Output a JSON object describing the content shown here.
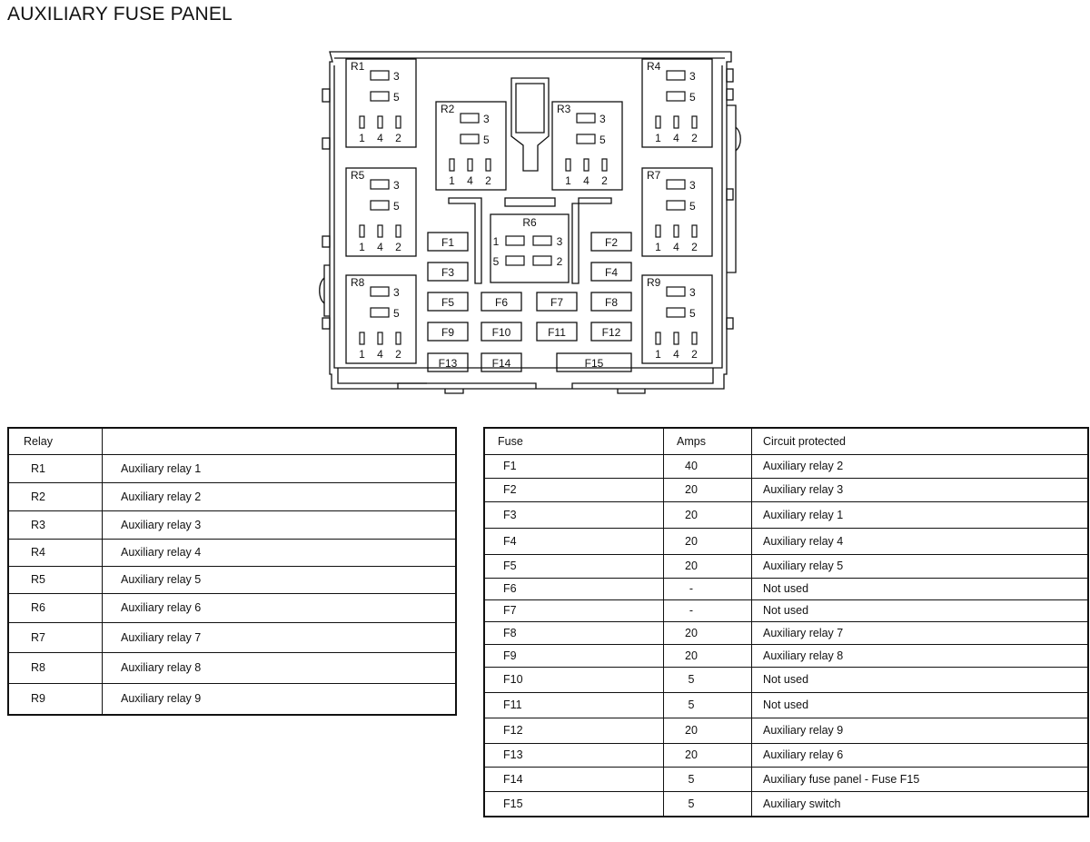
{
  "title": "AUXILIARY FUSE PANEL",
  "diagram": {
    "relays": [
      {
        "id": "R1",
        "pins_top": [
          "3",
          "5"
        ],
        "pins_bottom": [
          "1",
          "4",
          "2"
        ]
      },
      {
        "id": "R2",
        "pins_top": [
          "3",
          "5"
        ],
        "pins_bottom": [
          "1",
          "4",
          "2"
        ]
      },
      {
        "id": "R3",
        "pins_top": [
          "3",
          "5"
        ],
        "pins_bottom": [
          "1",
          "4",
          "2"
        ]
      },
      {
        "id": "R4",
        "pins_top": [
          "3",
          "5"
        ],
        "pins_bottom": [
          "1",
          "4",
          "2"
        ]
      },
      {
        "id": "R5",
        "pins_top": [
          "3",
          "5"
        ],
        "pins_bottom": [
          "1",
          "4",
          "2"
        ]
      },
      {
        "id": "R6",
        "pins_left": [
          "1",
          "5"
        ],
        "pins_right": [
          "3",
          "2"
        ]
      },
      {
        "id": "R7",
        "pins_top": [
          "3",
          "5"
        ],
        "pins_bottom": [
          "1",
          "4",
          "2"
        ]
      },
      {
        "id": "R8",
        "pins_top": [
          "3",
          "5"
        ],
        "pins_bottom": [
          "1",
          "4",
          "2"
        ]
      },
      {
        "id": "R9",
        "pins_top": [
          "3",
          "5"
        ],
        "pins_bottom": [
          "1",
          "4",
          "2"
        ]
      }
    ],
    "fuses": [
      "F1",
      "F2",
      "F3",
      "F4",
      "F5",
      "F6",
      "F7",
      "F8",
      "F9",
      "F10",
      "F11",
      "F12",
      "F13",
      "F14",
      "F15"
    ]
  },
  "relay_table": {
    "headers": [
      "Relay",
      ""
    ],
    "rows": [
      [
        "R1",
        "Auxiliary relay 1"
      ],
      [
        "R2",
        "Auxiliary relay 2"
      ],
      [
        "R3",
        "Auxiliary relay 3"
      ],
      [
        "R4",
        "Auxiliary relay 4"
      ],
      [
        "R5",
        "Auxiliary relay 5"
      ],
      [
        "R6",
        "Auxiliary relay 6"
      ],
      [
        "R7",
        "Auxiliary relay 7"
      ],
      [
        "R8",
        "Auxiliary relay 8"
      ],
      [
        "R9",
        "Auxiliary relay 9"
      ]
    ]
  },
  "fuse_table": {
    "headers": [
      "Fuse",
      "Amps",
      "Circuit protected"
    ],
    "rows": [
      [
        "F1",
        "40",
        "Auxiliary relay 2"
      ],
      [
        "F2",
        "20",
        "Auxiliary relay 3"
      ],
      [
        "F3",
        "20",
        "Auxiliary relay 1"
      ],
      [
        "F4",
        "20",
        "Auxiliary relay 4"
      ],
      [
        "F5",
        "20",
        "Auxiliary relay 5"
      ],
      [
        "F6",
        "-",
        "Not used"
      ],
      [
        "F7",
        "-",
        "Not used"
      ],
      [
        "F8",
        "20",
        "Auxiliary relay 7"
      ],
      [
        "F9",
        "20",
        "Auxiliary relay 8"
      ],
      [
        "F10",
        "5",
        "Not used"
      ],
      [
        "F11",
        "5",
        "Not used"
      ],
      [
        "F12",
        "20",
        "Auxiliary relay 9"
      ],
      [
        "F13",
        "20",
        "Auxiliary relay 6"
      ],
      [
        "F14",
        "5",
        "Auxiliary fuse panel - Fuse F15"
      ],
      [
        "F15",
        "5",
        "Auxiliary switch"
      ]
    ]
  }
}
